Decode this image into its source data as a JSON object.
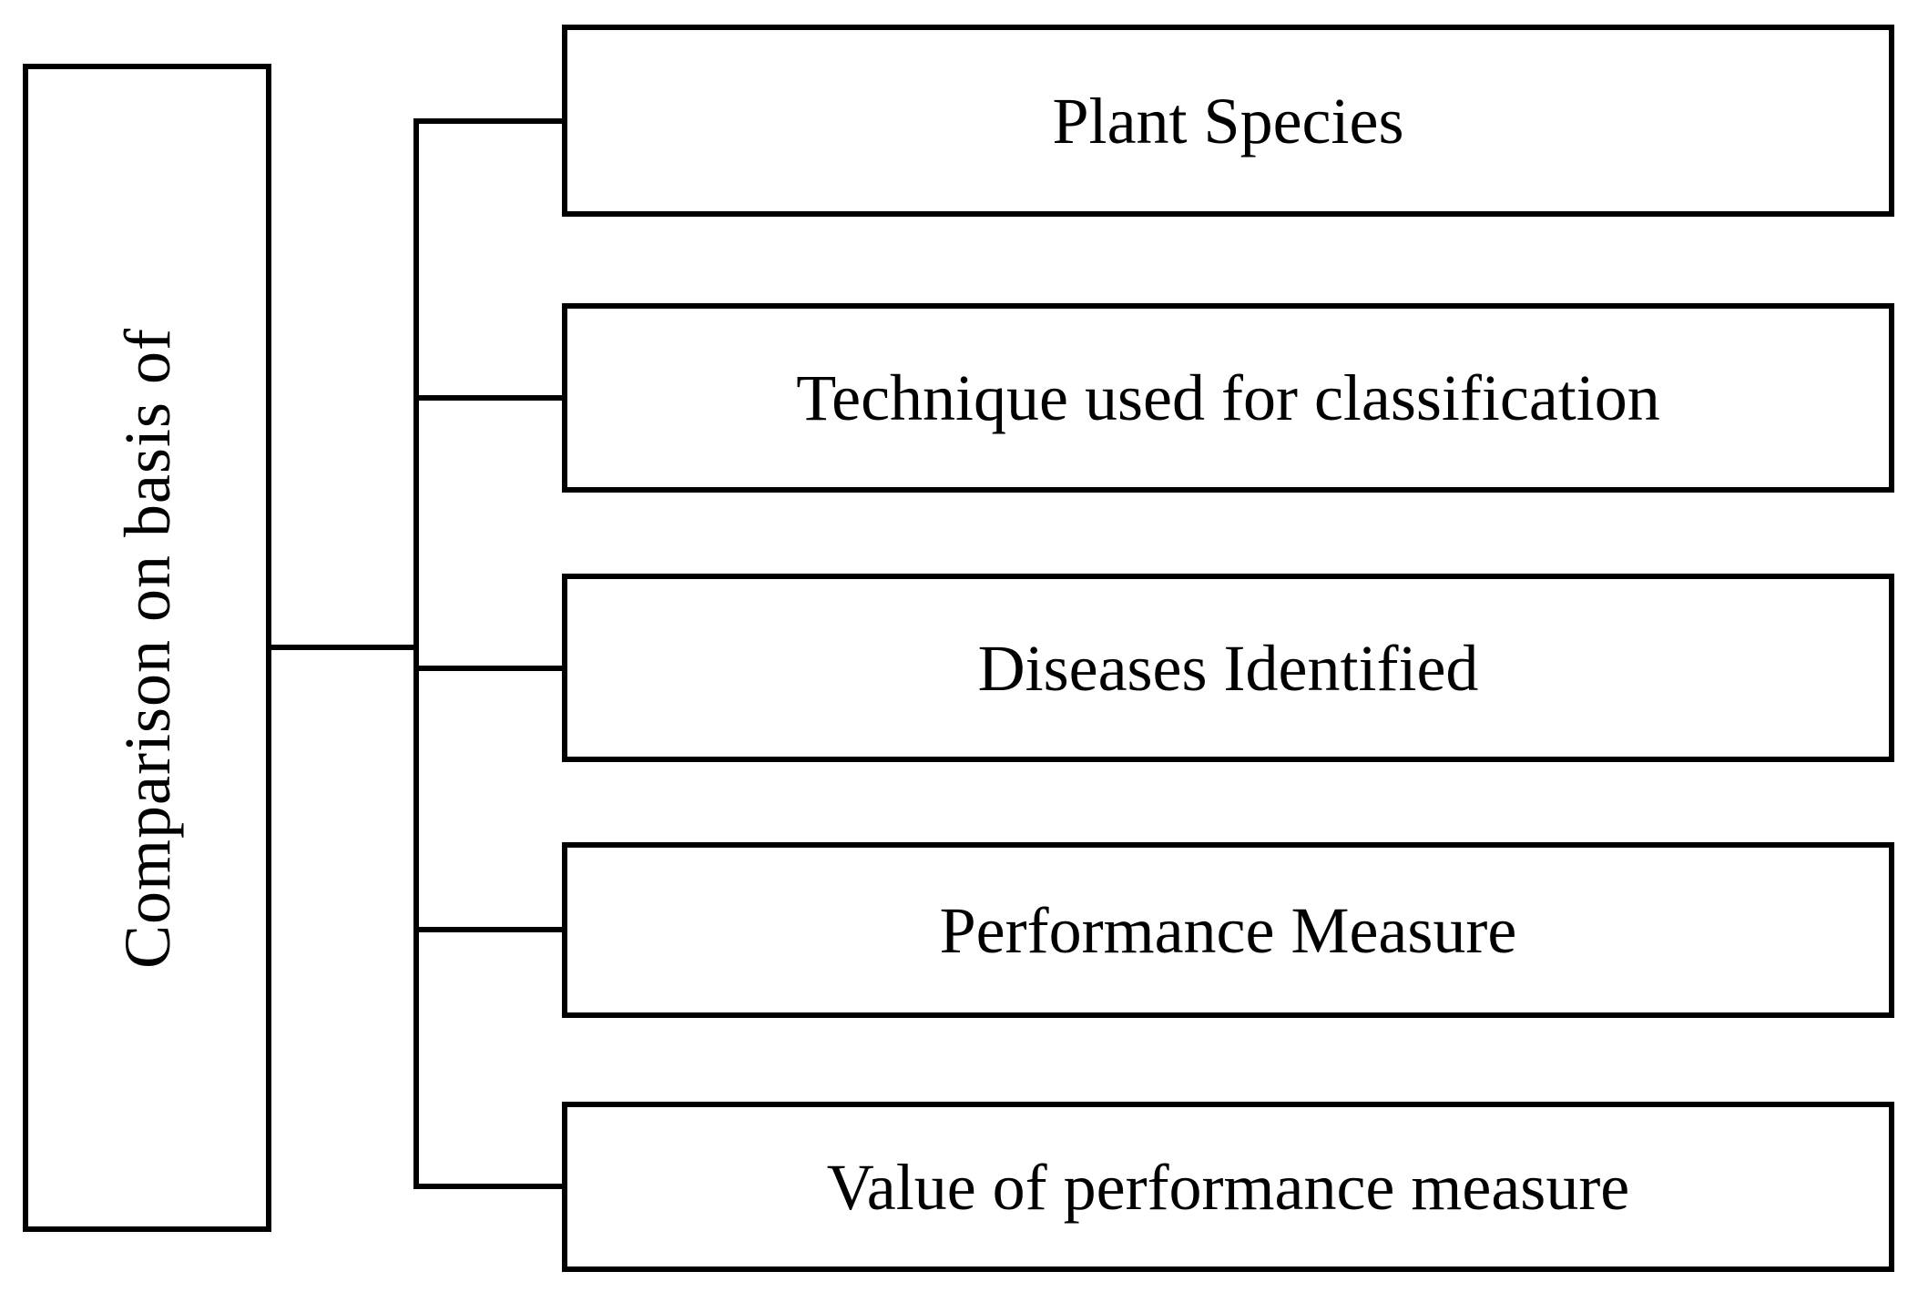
{
  "diagram": {
    "type": "tree",
    "root": {
      "label": "Comparison on basis of",
      "orientation": "vertical-rotated-90-ccw"
    },
    "branches": [
      {
        "label": "Plant Species"
      },
      {
        "label": "Technique used for classification"
      },
      {
        "label": "Diseases Identified"
      },
      {
        "label": "Performance Measure"
      },
      {
        "label": "Value of performance measure"
      }
    ],
    "colors": {
      "line": "#000000",
      "text": "#000000",
      "background": "#ffffff"
    }
  }
}
